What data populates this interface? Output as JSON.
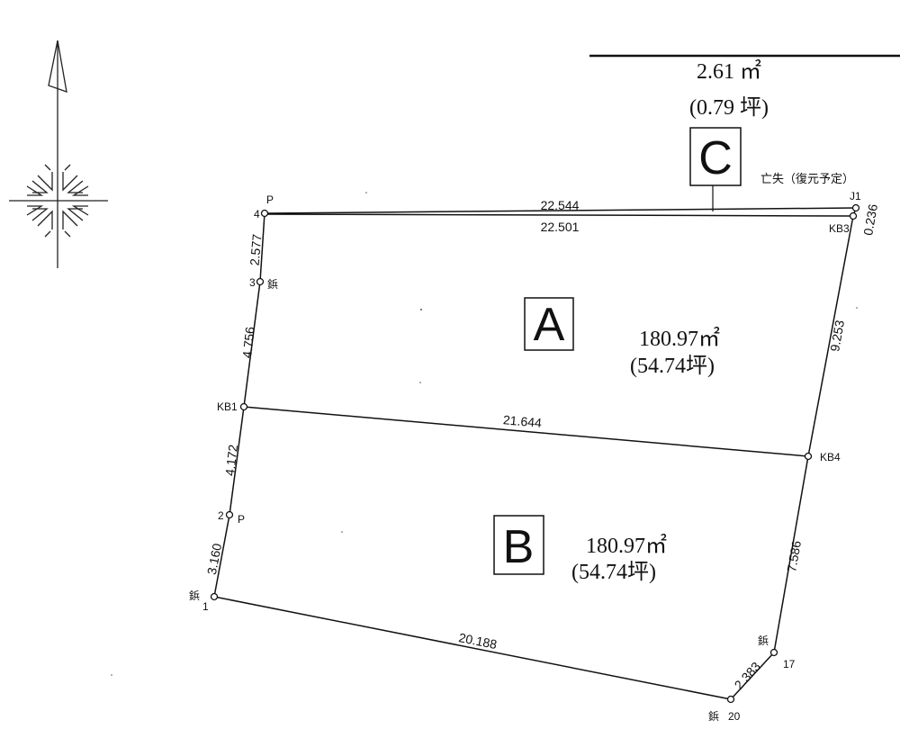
{
  "parcels": {
    "A": {
      "label": "A",
      "area": "180.97㎡",
      "tsubo": "(54.74坪)"
    },
    "B": {
      "label": "B",
      "area": "180.97㎡",
      "tsubo": "(54.74坪)"
    },
    "C": {
      "label": "C",
      "area": "2.61 ㎡",
      "tsubo": "(0.79 坪)",
      "note": "亡失（復元予定）"
    }
  },
  "dimensions": {
    "top_outer": "22.544",
    "top_inner": "22.501",
    "right_small": "0.236",
    "right_upper": "9.253",
    "right_lower": "7.586",
    "middle": "21.644",
    "bottom": "20.188",
    "bottom_right": "2.383",
    "left_top": "2.577",
    "left_upper": "4.756",
    "left_lower": "4.172",
    "left_bottom": "3.160"
  },
  "points": {
    "p4": "4",
    "p4_mark": "P",
    "p3": "3",
    "p3_mark": "鋲",
    "kb1": "KB1",
    "p2": "2",
    "p2_mark": "P",
    "p1": "1",
    "p1_mark": "鋲",
    "p20": "20",
    "p20_mark": "鋲",
    "p17": "17",
    "p17_mark": "鋲",
    "kb4": "KB4",
    "kb3": "KB3",
    "j1": "J1"
  }
}
